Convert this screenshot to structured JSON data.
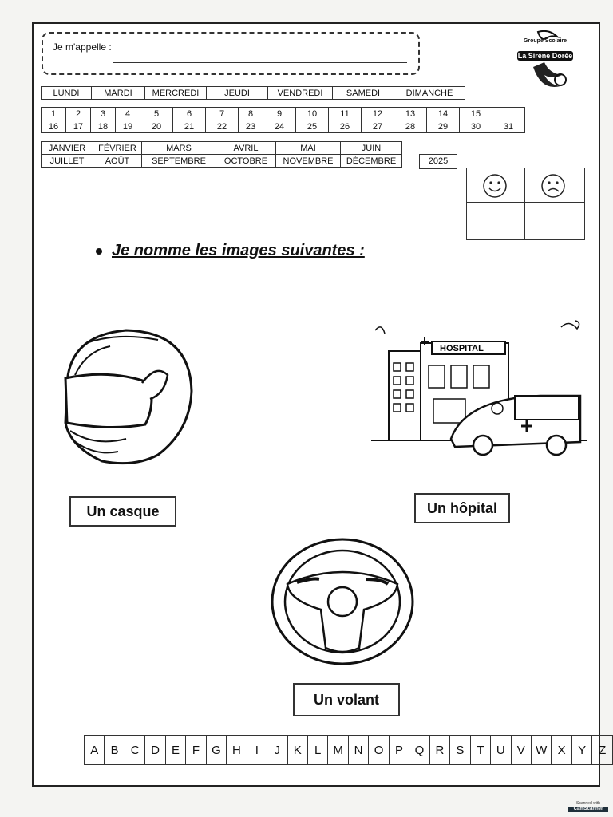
{
  "header": {
    "name_label": "Je m'appelle :",
    "logo_line1": "Groupe Scolaire",
    "logo_line2": "La Sirène Dorée"
  },
  "calendar": {
    "days": [
      "LUNDI",
      "MARDI",
      "MERCREDI",
      "JEUDI",
      "VENDREDI",
      "SAMEDI",
      "DIMANCHE"
    ],
    "numbers_row1": [
      "1",
      "2",
      "3",
      "4",
      "5",
      "6",
      "7",
      "8",
      "9",
      "10",
      "11",
      "12",
      "13",
      "14",
      "15",
      ""
    ],
    "numbers_row2": [
      "16",
      "17",
      "18",
      "19",
      "20",
      "21",
      "22",
      "23",
      "24",
      "25",
      "26",
      "27",
      "28",
      "29",
      "30",
      "31"
    ],
    "months_row1": [
      "JANVIER",
      "FÉVRIER",
      "MARS",
      "AVRIL",
      "MAI",
      "JUIN"
    ],
    "months_row2": [
      "JUILLET",
      "AOÛT",
      "SEPTEMBRE",
      "OCTOBRE",
      "NOVEMBRE",
      "DÉCEMBRE"
    ],
    "year": "2025"
  },
  "instruction": "Je nomme les images suivantes :",
  "images": {
    "helmet_label": "Un casque",
    "hospital_label": "Un hôpital",
    "hospital_sign": "HOSPITAL",
    "wheel_label": "Un volant"
  },
  "alphabet": [
    "A",
    "B",
    "C",
    "D",
    "E",
    "F",
    "G",
    "H",
    "I",
    "J",
    "K",
    "L",
    "M",
    "N",
    "O",
    "P",
    "Q",
    "R",
    "S",
    "T",
    "U",
    "V",
    "W",
    "X",
    "Y",
    "Z"
  ],
  "footer": {
    "scanner_line1": "Scanned with",
    "scanner_line2": "CamScanner"
  }
}
